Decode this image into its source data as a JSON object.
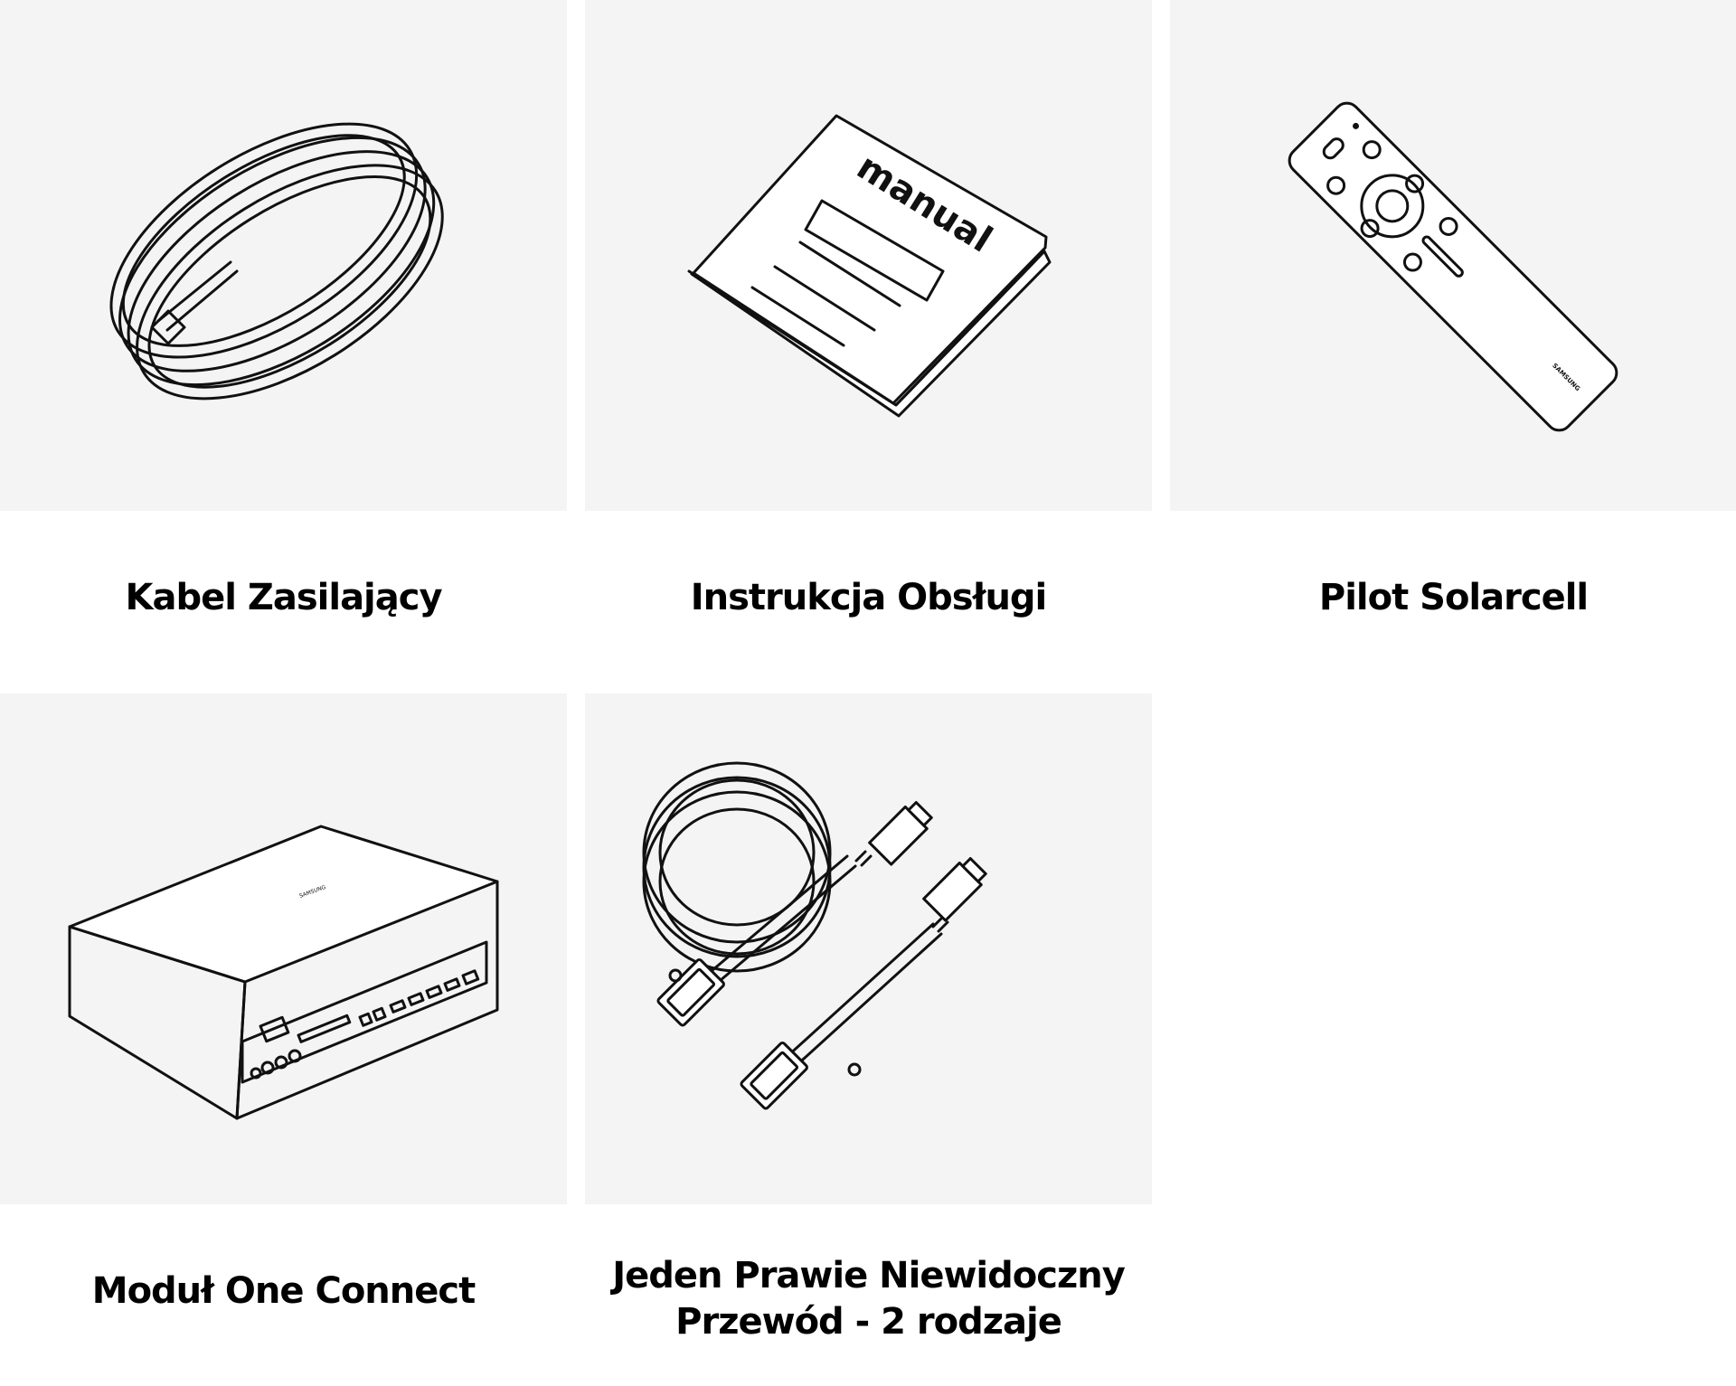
{
  "items": [
    {
      "label": "Kabel Zasilający",
      "icon": "power-cable-icon"
    },
    {
      "label": "Instrukcja Obsługi",
      "icon": "manual-icon",
      "illustration_text": "manual"
    },
    {
      "label": "Pilot Solarcell",
      "icon": "remote-control-icon",
      "illustration_text": "SAMSUNG"
    },
    {
      "label": "Moduł One Connect",
      "icon": "one-connect-box-icon",
      "illustration_text": "SAMSUNG"
    },
    {
      "label_lines": [
        "Jeden Prawie Niewidoczny",
        "Przewód - 2 rodzaje"
      ],
      "icon": "invisible-cable-icon"
    }
  ],
  "colors": {
    "tile_bg": "#f4f4f4",
    "page_bg": "#ffffff",
    "text": "#000000"
  }
}
